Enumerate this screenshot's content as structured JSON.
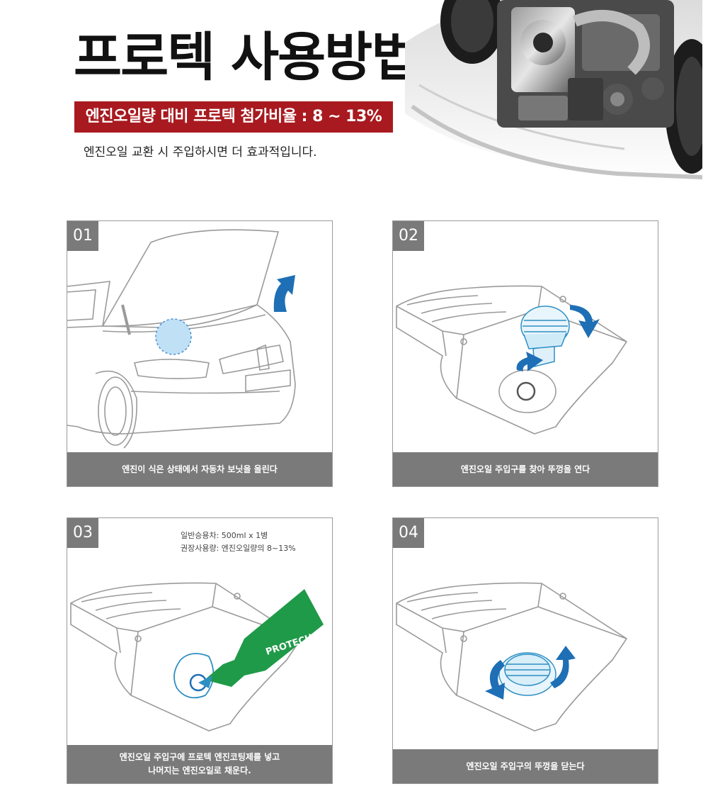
{
  "header": {
    "title": "프로텍 사용방법",
    "ratio_band": "엔진오일량 대비 프로텍 첨가비율 : 8 ~ 13%",
    "subline": "엔진오일 교환 시 주입하시면  더 효과적입니다."
  },
  "steps": [
    {
      "number": "01",
      "caption": "엔진이 식은 상태에서 자동차 보닛을 올린다"
    },
    {
      "number": "02",
      "caption": "엔진오일 주입구를 찾아 뚜껑을 연다"
    },
    {
      "number": "03",
      "note_line1": "일반승용차: 500ml x 1병",
      "note_line2": "권장사용량: 엔진오일량의 8~13%",
      "bottle_label": "PROTECH",
      "caption_line1": "엔진오일 주입구에  프로텍 엔진코팅제를 넣고",
      "caption_line2": "나머지는 엔진오일로 채운다."
    },
    {
      "number": "04",
      "caption": "엔진오일 주입구의 뚜껑을 닫는다"
    }
  ],
  "colors": {
    "band_red": "#a81a1f",
    "panel_gray": "#7a7a7a",
    "arrow_blue": "#1e6fb5",
    "bottle_green": "#1f9a48",
    "highlight_blue": "#bfe0f5"
  }
}
